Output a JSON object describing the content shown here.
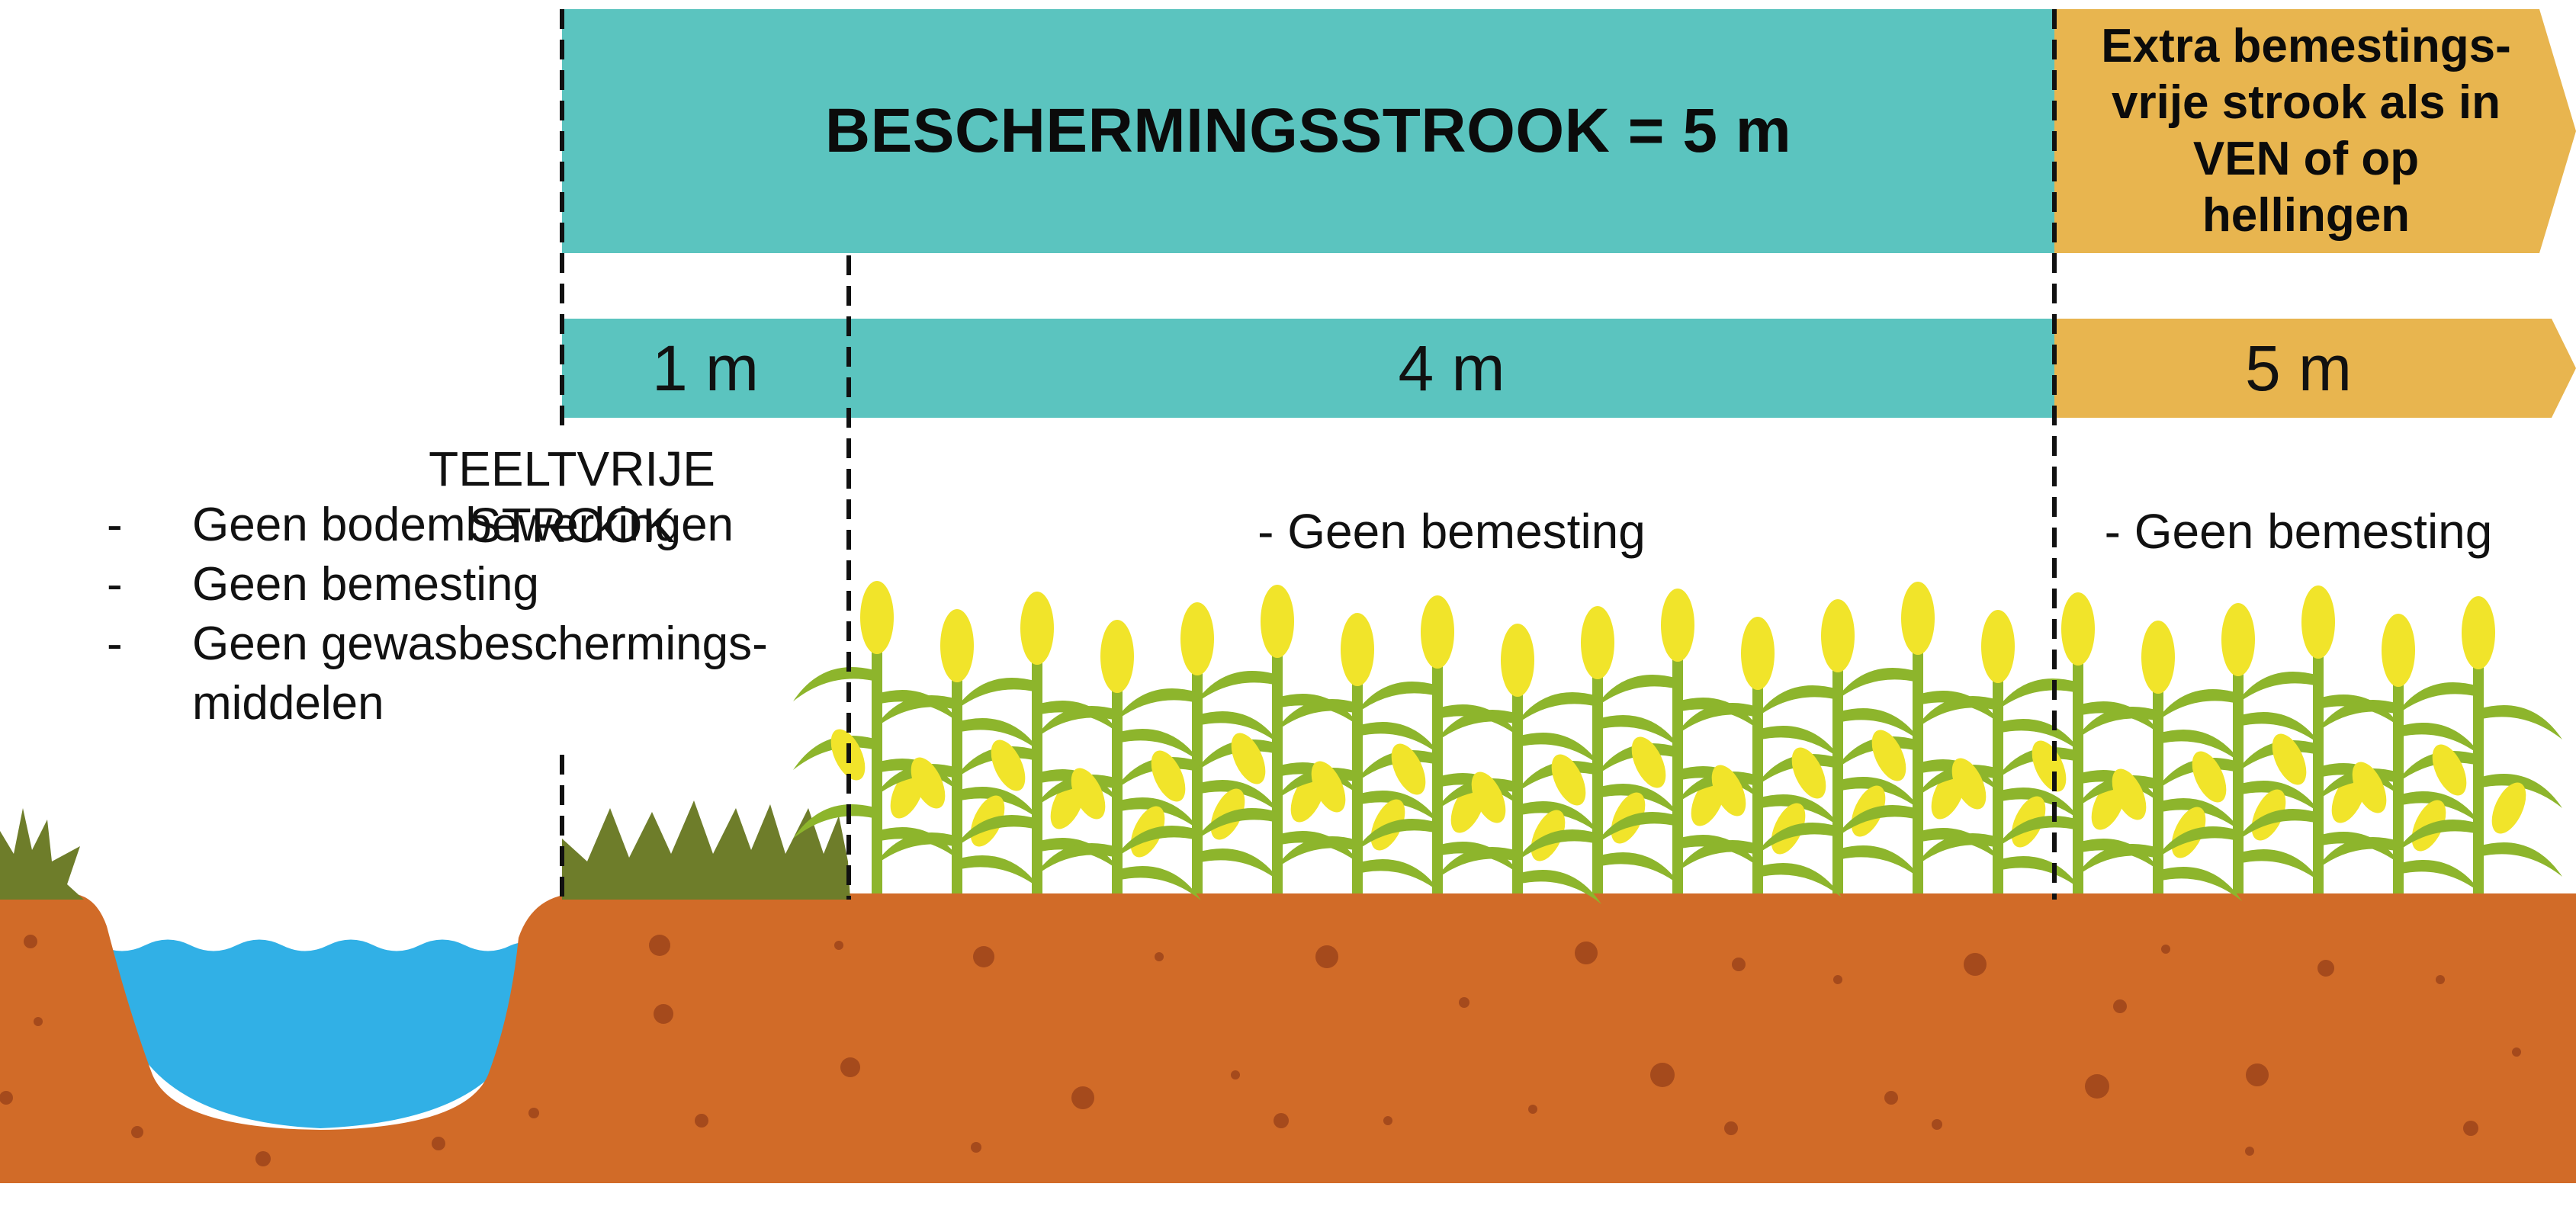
{
  "colors": {
    "teal": "#5bc4bf",
    "gold": "#e8b54f",
    "soil": "#d16b28",
    "soil_spot": "#a54a1c",
    "water": "#31b0e6",
    "grass": "#6e7d2a",
    "stalk": "#8db52c",
    "cob": "#f1e42a"
  },
  "header": {
    "main_label": "BESCHERMINGSSTROOK = 5 m",
    "extra_label": "Extra bemestings-\nvrije strook als in\nVEN of op\nhellingen"
  },
  "widths": {
    "first": "1 m",
    "second": "4 m",
    "third": "5 m"
  },
  "teeltvrije": {
    "title": "TEELTVRIJE STROOK",
    "rules": [
      {
        "dash": "-",
        "text": "Geen bodembewerkingen"
      },
      {
        "dash": "-",
        "text": "Geen bemesting"
      },
      {
        "dash": "-",
        "text": "Geen gewasbeschermings-\nmiddelen"
      }
    ]
  },
  "notes": {
    "middle": "- Geen bemesting",
    "right": "- Geen bemesting"
  },
  "icons": [
    "water-ditch",
    "grass-tuft",
    "corn-plant",
    "soil-ground"
  ]
}
